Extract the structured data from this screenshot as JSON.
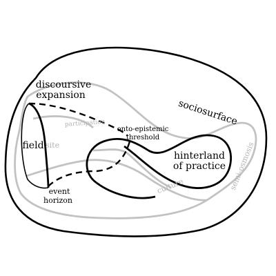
{
  "diagram": {
    "labels": {
      "discursive_expansion": [
        "discoursive",
        "expansion"
      ],
      "sociosurface": "sociosurface",
      "field": "field",
      "site": "site",
      "participation": "participation",
      "onto_epistemic_threshold": [
        "onto-epistemic",
        "threshold"
      ],
      "hinterland_of_practice": [
        "hinterland",
        "of practice"
      ],
      "culture": "culture",
      "semi_osmosis": "semi-osmosis",
      "event_horizon": [
        "event",
        "horizon"
      ]
    },
    "colors": {
      "ink": "#000000",
      "faint": "#b5b5b5",
      "background": "#ffffff"
    }
  }
}
